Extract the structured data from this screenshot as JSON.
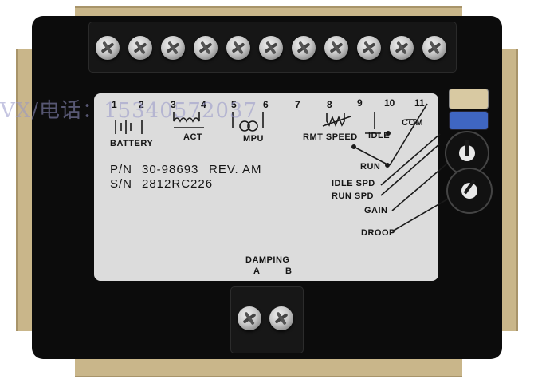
{
  "terminal_numbers": [
    "1",
    "2",
    "3",
    "4",
    "5",
    "6",
    "7",
    "8",
    "9",
    "10",
    "11"
  ],
  "labels": {
    "battery": "BATTERY",
    "act": "ACT",
    "mpu": "MPU",
    "rmt_speed": "RMT SPEED",
    "idle": "IDLE",
    "com": "COM",
    "run": "RUN",
    "idle_spd": "IDLE SPD",
    "run_spd": "RUN SPD",
    "gain": "GAIN",
    "droop": "DROOP",
    "damping": "DAMPING",
    "damping_a": "A",
    "damping_b": "B"
  },
  "part": {
    "pn_prefix": "P/N",
    "pn_value": "30-98693",
    "rev": "REV. AM",
    "sn_prefix": "S/N",
    "sn_value": "2812RC226"
  },
  "watermark": "VX/电话：15340572037",
  "colors": {
    "frame": "#c9b68a",
    "board": "#0c0c0c",
    "panel": "#dcdcdc"
  }
}
